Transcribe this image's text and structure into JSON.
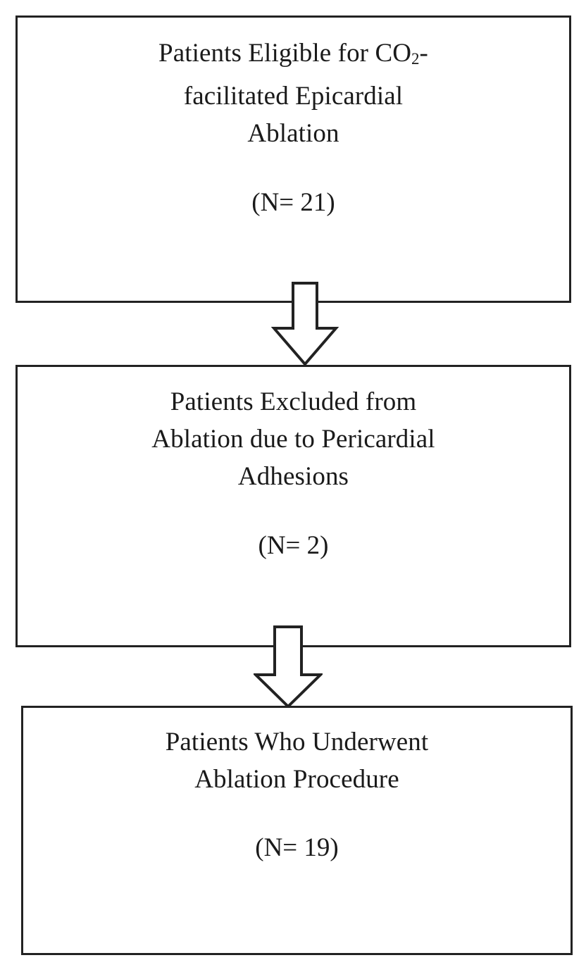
{
  "diagram": {
    "type": "flowchart",
    "orientation": "vertical",
    "background_color": "#ffffff",
    "line_color": "#222222",
    "text_color": "#1a1a1a",
    "nodes": [
      {
        "id": "eligible",
        "title_part1": "Patients Eligible for CO",
        "title_subscript": "2",
        "title_part2": "-\nfacilitated Epicardial\nAblation",
        "title_plain": "Patients Eligible for CO2-facilitated Epicardial Ablation",
        "count_label": "(N= 21)",
        "count_value": 21
      },
      {
        "id": "excluded",
        "title_plain": "Patients Excluded from\nAblation due to Pericardial\nAdhesions",
        "count_label": "(N= 2)",
        "count_value": 2
      },
      {
        "id": "underwent",
        "title_plain": "Patients Who Underwent\nAblation Procedure",
        "count_label": "(N= 19)",
        "count_value": 19
      }
    ],
    "connectors": [
      {
        "id": "arrow-1",
        "from": "eligible",
        "to": "excluded",
        "shape": "block-arrow",
        "direction": "down"
      },
      {
        "id": "arrow-2",
        "from": "excluded",
        "to": "underwent",
        "shape": "block-arrow",
        "direction": "down"
      }
    ]
  }
}
